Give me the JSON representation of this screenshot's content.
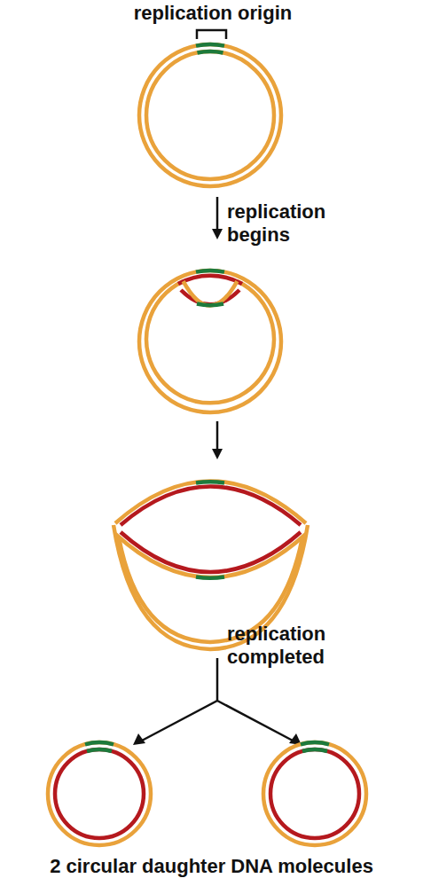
{
  "diagram": {
    "labels": [
      "replication origin",
      "replication begins",
      "replication completed",
      "2 circular daughter DNA molecules"
    ]
  }
}
